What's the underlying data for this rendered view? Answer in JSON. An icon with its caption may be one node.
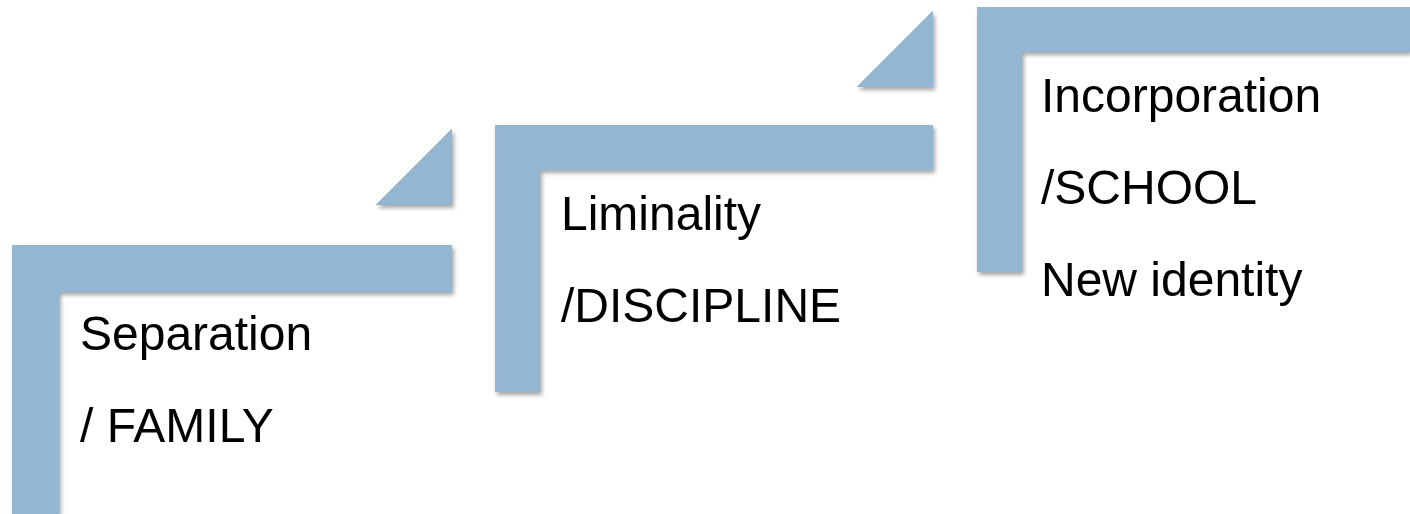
{
  "diagram": {
    "nodes": [
      {
        "text": [
          "Separation",
          "/ FAMILY"
        ]
      },
      {
        "text": [
          "Liminality",
          "/DISCIPLINE"
        ]
      },
      {
        "text": [
          "Incorporation",
          "/SCHOOL",
          "New identity"
        ]
      }
    ],
    "edges": [
      {
        "from": 0,
        "to": 1,
        "arrow": "to"
      },
      {
        "from": 1,
        "to": 2,
        "arrow": "to"
      }
    ]
  }
}
